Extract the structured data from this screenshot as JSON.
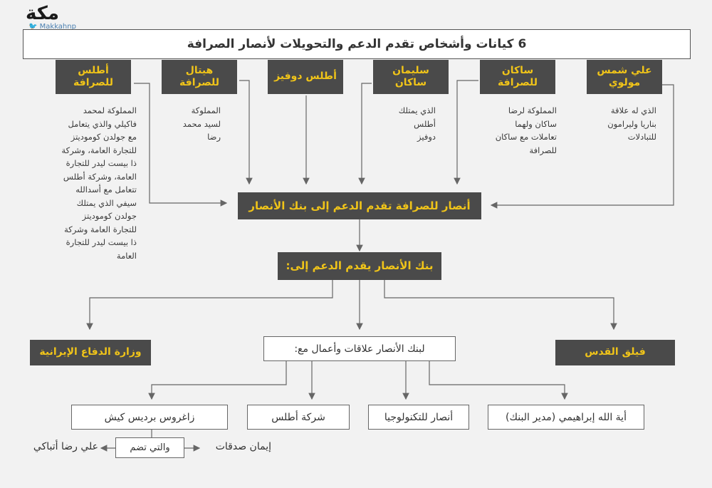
{
  "logo": {
    "mark": "مكة",
    "handle": "Makkahnp"
  },
  "title": "6 كيانات وأشخاص تقدم الدعم والتحويلات لأنصار الصرافة",
  "entities": [
    {
      "name": "علي شمس مولوي",
      "desc": [
        "الذي له علاقة",
        "بناريا وليرامون",
        "للتبادلات"
      ]
    },
    {
      "name": "ساكان للصرافة",
      "desc": [
        "المملوكة لرضا",
        "ساكان ولهما",
        "تعاملات مع ساكان",
        "للصرافة"
      ]
    },
    {
      "name": "سليمان ساكان",
      "desc": [
        "الذي يمتلك",
        "أطلس",
        "دوفيز"
      ]
    },
    {
      "name": "أطلس دوفيز",
      "desc": []
    },
    {
      "name": "هيتال للصرافة",
      "desc": [
        "المملوكة",
        "لسيد محمد",
        "رضا"
      ]
    },
    {
      "name": "أطلس للصرافة",
      "desc": [
        "المملوكة لمحمد",
        "فاكيلي والذي يتعامل",
        "مع جولدن كوموديتز",
        "للتجارة العامة، وشركة",
        "ذا بيست ليدر للتجارة",
        "العامة، وشركة أطلس",
        "تتعامل مع أسدالله",
        "سيفي الذي يمتلك",
        "جولدن كوموديتز",
        "للتجارة العامة وشركة",
        "ذا بيست ليدر للتجارة",
        "العامة"
      ]
    }
  ],
  "ansar_exchange": "أنصار للصرافة تقدم الدعم إلى بنك الأنصار",
  "bank_supports": "بنك الأنصار يقدم الدعم إلى:",
  "beneficiaries": {
    "quds": "فيلق القدس",
    "defense": "وزارة الدفاع الإيرانية",
    "relations": "لبنك الأنصار علاقات وأعمال مع:"
  },
  "partners": {
    "ibrahimi": "أية الله إبراهيمي (مدير البنك)",
    "tech": "أنصار للتكنولوجيا",
    "atlas": "شركة أطلس",
    "zagros": "زاغروس برديس كيش"
  },
  "zagros_chain": {
    "includes": "والتي تضم",
    "left": "علي رضا أتباكي",
    "right": "إيمان صدقات"
  },
  "colors": {
    "dark_box": "#4a4a4a",
    "accent_text": "#f0c419",
    "background": "#f2f2f2"
  }
}
